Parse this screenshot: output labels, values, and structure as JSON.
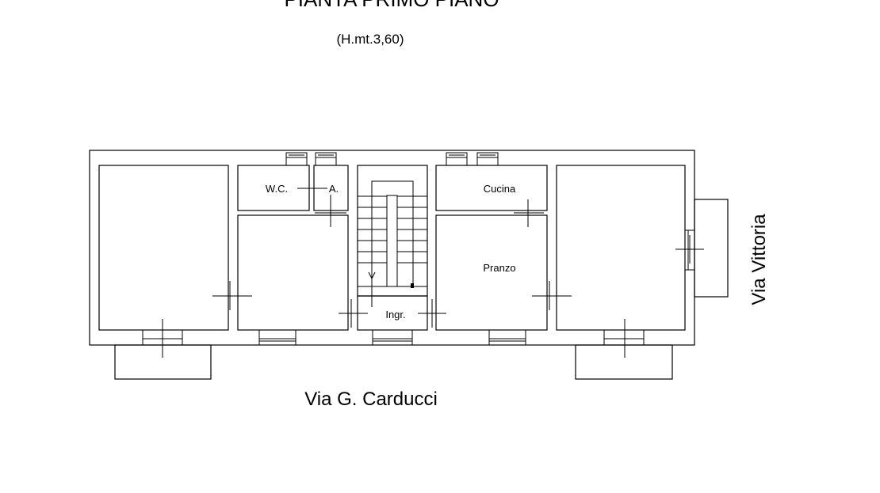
{
  "plan": {
    "title": "PIANTA PRIMO PIANO",
    "height_note": "(H.mt.3,60)",
    "rooms": {
      "wc": "W.C.",
      "a": "A.",
      "kitchen": "Cucina",
      "dining": "Pranzo",
      "entrance": "Ingr."
    },
    "streets": {
      "front": "Via G. Carducci",
      "side": "Via Vittoria"
    }
  }
}
